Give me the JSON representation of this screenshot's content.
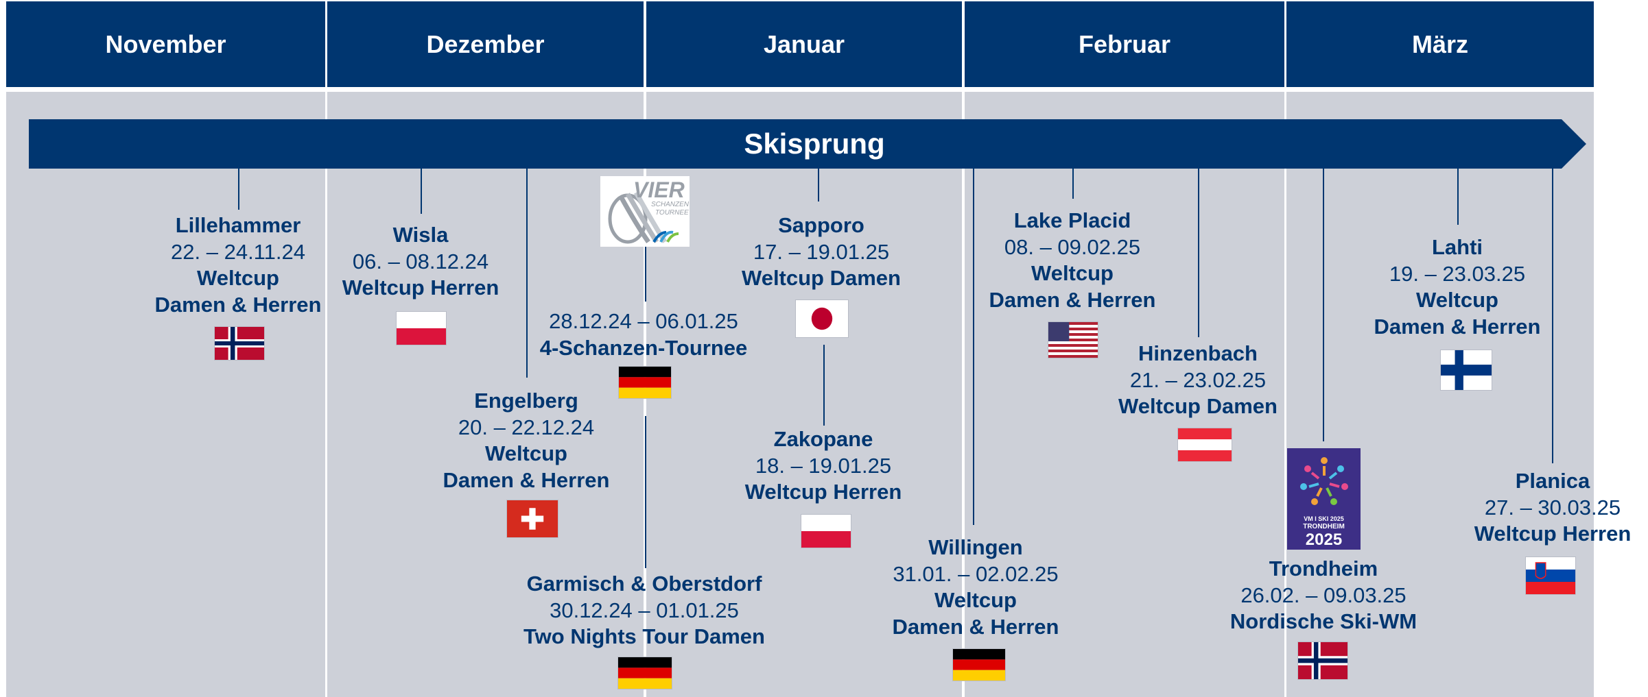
{
  "months": [
    "November",
    "Dezember",
    "Januar",
    "Februar",
    "März"
  ],
  "banner": "Skisprung",
  "logos": {
    "vier": {
      "line1": "VIER",
      "line2": "SCHANZEN",
      "line3": "TOURNEE"
    },
    "wm": {
      "line1": "VM I SKI 2025",
      "line2": "TRONDHEIM",
      "line3": "2025"
    }
  },
  "events": [
    {
      "id": "lillehammer",
      "place": "Lillehammer",
      "date": "22. – 24.11.24",
      "lines": [
        "Weltcup",
        "Damen & Herren"
      ],
      "flag": "norway"
    },
    {
      "id": "wisla",
      "place": "Wisla",
      "date": "06. – 08.12.24",
      "lines": [
        "Weltcup Herren"
      ],
      "flag": "poland"
    },
    {
      "id": "engelberg",
      "place": "Engelberg",
      "date": "20. – 22.12.24",
      "lines": [
        "Weltcup",
        "Damen & Herren"
      ],
      "flag": "switzerland"
    },
    {
      "id": "tournee",
      "place": "",
      "date": "28.12.24 – 06.01.25",
      "lines": [
        "4-Schanzen-Tournee"
      ],
      "flag": "germany"
    },
    {
      "id": "garmisch",
      "place": "Garmisch & Oberstdorf",
      "date": "30.12.24 – 01.01.25",
      "lines": [
        "Two Nights Tour Damen"
      ],
      "flag": "germany"
    },
    {
      "id": "sapporo",
      "place": "Sapporo",
      "date": "17. – 19.01.25",
      "lines": [
        "Weltcup Damen"
      ],
      "flag": "japan"
    },
    {
      "id": "zakopane",
      "place": "Zakopane",
      "date": "18. – 19.01.25",
      "lines": [
        "Weltcup Herren"
      ],
      "flag": "poland"
    },
    {
      "id": "willingen",
      "place": "Willingen",
      "date": "31.01. – 02.02.25",
      "lines": [
        "Weltcup",
        "Damen & Herren"
      ],
      "flag": "germany"
    },
    {
      "id": "lakeplacid",
      "place": "Lake Placid",
      "date": "08. – 09.02.25",
      "lines": [
        "Weltcup",
        "Damen & Herren"
      ],
      "flag": "usa"
    },
    {
      "id": "hinzenbach",
      "place": "Hinzenbach",
      "date": "21. – 23.02.25",
      "lines": [
        "Weltcup Damen"
      ],
      "flag": "austria"
    },
    {
      "id": "trondheim",
      "place": "Trondheim",
      "date": "26.02. – 09.03.25",
      "lines": [
        "Nordische Ski-WM"
      ],
      "flag": "norway"
    },
    {
      "id": "lahti",
      "place": "Lahti",
      "date": "19. – 23.03.25",
      "lines": [
        "Weltcup",
        "Damen & Herren"
      ],
      "flag": "finland"
    },
    {
      "id": "planica",
      "place": "Planica",
      "date": "27. – 30.03.25",
      "lines": [
        "Weltcup Herren"
      ],
      "flag": "slovenia"
    }
  ]
}
